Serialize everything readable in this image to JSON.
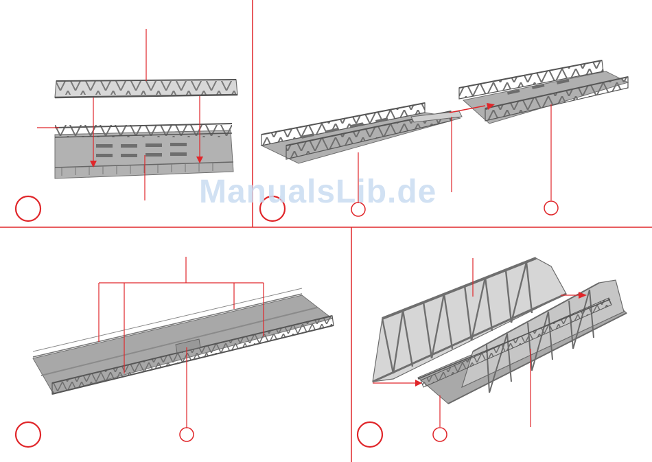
{
  "document": {
    "watermark": "ManualsLib.de",
    "colors": {
      "divider": "#e0262a",
      "callout": "#e0262a",
      "truss": "#6f6f6f",
      "deck": "#a9a9a9",
      "deck_dark": "#7c7c7c",
      "railing": "#8a8a8a",
      "background": "#ffffff"
    },
    "panels": [
      {
        "id": "step-1",
        "step_marker_size": "large"
      },
      {
        "id": "step-2",
        "step_marker_size": "large",
        "callout_circles": 2
      },
      {
        "id": "step-3",
        "step_marker_size": "large",
        "callout_circles": 1
      },
      {
        "id": "step-4",
        "step_marker_size": "large",
        "callout_circles": 1
      }
    ]
  }
}
